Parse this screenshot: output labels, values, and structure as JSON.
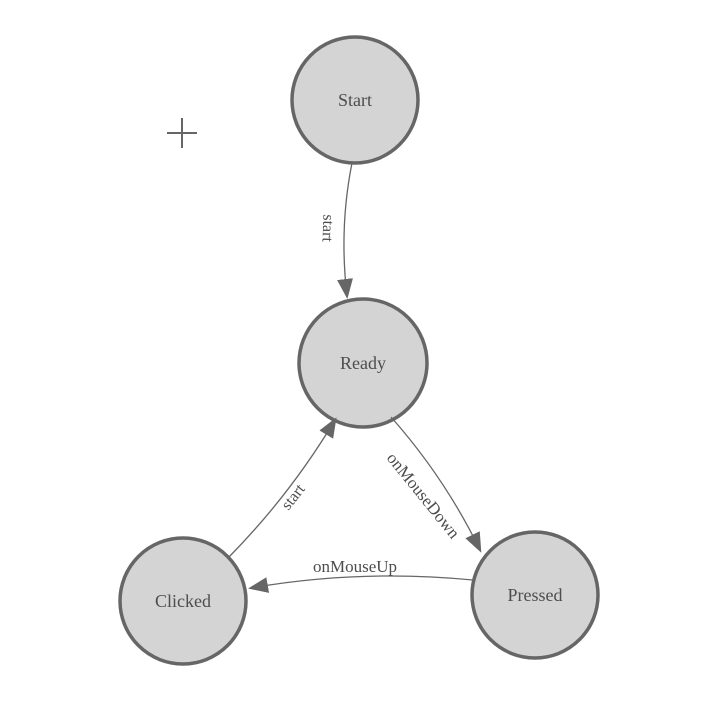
{
  "canvas": {
    "background": "#ffffff",
    "origin_marker": "plus-crosshair"
  },
  "colors": {
    "node_fill": "#d4d4d4",
    "node_stroke": "#666666",
    "edge_stroke": "#666666",
    "arrow_fill": "#666666",
    "label_text": "#4d4d4d"
  },
  "diagram": {
    "type": "finite-state-machine",
    "nodes": [
      {
        "id": "start",
        "label": "Start"
      },
      {
        "id": "ready",
        "label": "Ready"
      },
      {
        "id": "clicked",
        "label": "Clicked"
      },
      {
        "id": "pressed",
        "label": "Pressed"
      }
    ],
    "edges": [
      {
        "from": "start",
        "to": "ready",
        "label": "start"
      },
      {
        "from": "ready",
        "to": "pressed",
        "label": "onMouseDown"
      },
      {
        "from": "pressed",
        "to": "clicked",
        "label": "onMouseUp"
      },
      {
        "from": "clicked",
        "to": "ready",
        "label": "start"
      }
    ]
  }
}
